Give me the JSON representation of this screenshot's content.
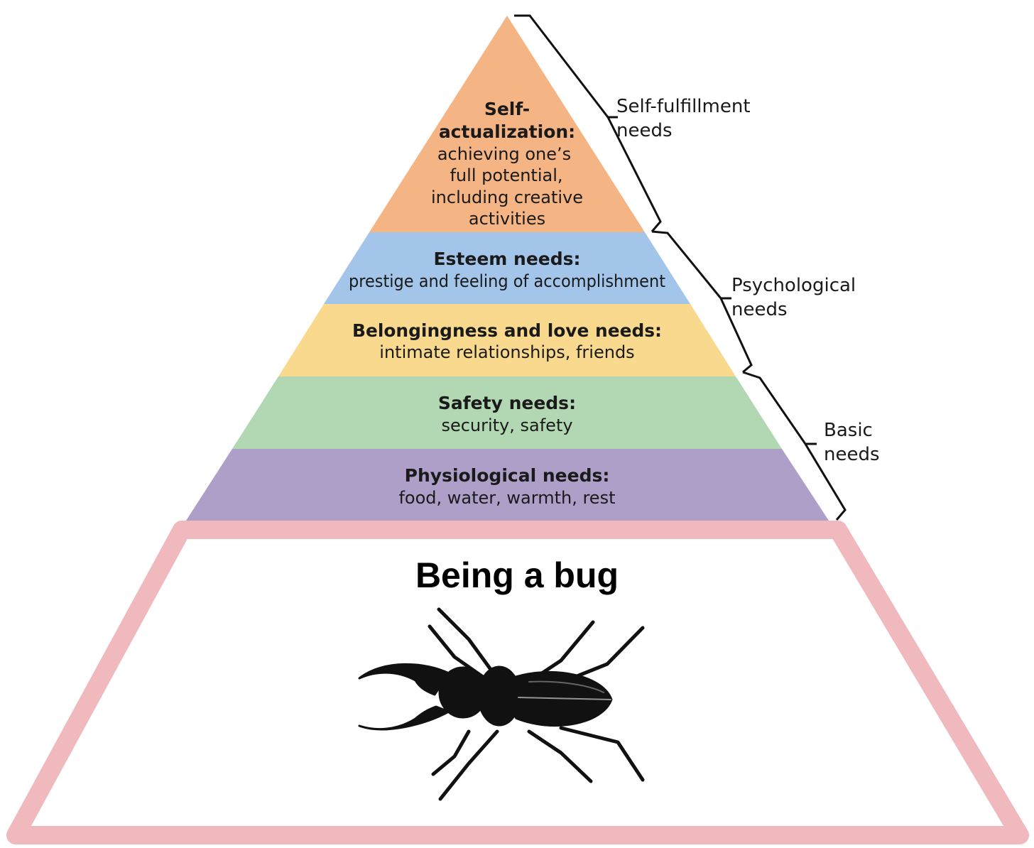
{
  "colors": {
    "self_actualization": "#f4b483",
    "esteem": "#a3c5ea",
    "belonging": "#f9d98e",
    "safety": "#b1d8b2",
    "physiological": "#ae9fc9",
    "frame": "#efb9be",
    "bug": "#111111"
  },
  "levels": {
    "self_actualization": {
      "title_1": "Self-",
      "title_2": "actualization:",
      "desc_1": "achieving one’s",
      "desc_2": "full potential,",
      "desc_3": "including creative",
      "desc_4": "activities"
    },
    "esteem": {
      "title": "Esteem needs:",
      "desc": "prestige and feeling of accomplishment"
    },
    "belonging": {
      "title": "Belongingness and love needs:",
      "desc": "intimate relationships, friends"
    },
    "safety": {
      "title": "Safety needs:",
      "desc": "security, safety"
    },
    "physiological": {
      "title": "Physiological needs:",
      "desc": "food, water, warmth, rest"
    }
  },
  "braces": {
    "self_fulfillment": {
      "line_1": "Self-fulfillment",
      "line_2": "needs"
    },
    "psychological": {
      "line_1": "Psychological",
      "line_2": "needs"
    },
    "basic": {
      "line_1": "Basic",
      "line_2": "needs"
    }
  },
  "base": {
    "title": "Being a bug",
    "illustration_icon": "stag-beetle-icon"
  }
}
